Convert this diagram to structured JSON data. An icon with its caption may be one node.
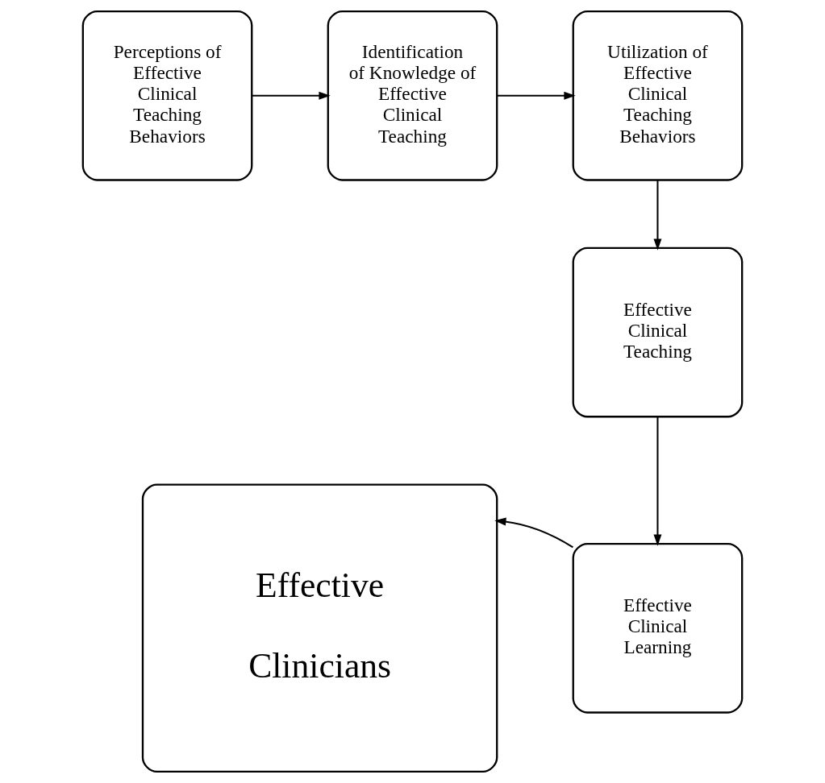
{
  "diagram": {
    "nodes": [
      {
        "text": [
          "Perceptions of Effective Clinical Teaching Behaviors"
        ]
      },
      {
        "text": [
          "Identification of Knowledge of Effective Clinical Teaching"
        ]
      },
      {
        "text": [
          "Utilization of Effective Clinical Teaching Behaviors"
        ]
      },
      {
        "text": [
          "Effective Clinical Teaching"
        ]
      },
      {
        "text": [
          "Effective Clinical Learning"
        ]
      },
      {
        "text": [
          "Effective Clinicians"
        ]
      }
    ],
    "edges": [
      {
        "from": 0,
        "to": 1,
        "arrow": "to"
      },
      {
        "from": 1,
        "to": 2,
        "arrow": "to"
      },
      {
        "from": 2,
        "to": 3,
        "arrow": "to"
      },
      {
        "from": 3,
        "to": 4,
        "arrow": "to"
      },
      {
        "from": 4,
        "to": 5,
        "arrow": "to"
      }
    ]
  }
}
